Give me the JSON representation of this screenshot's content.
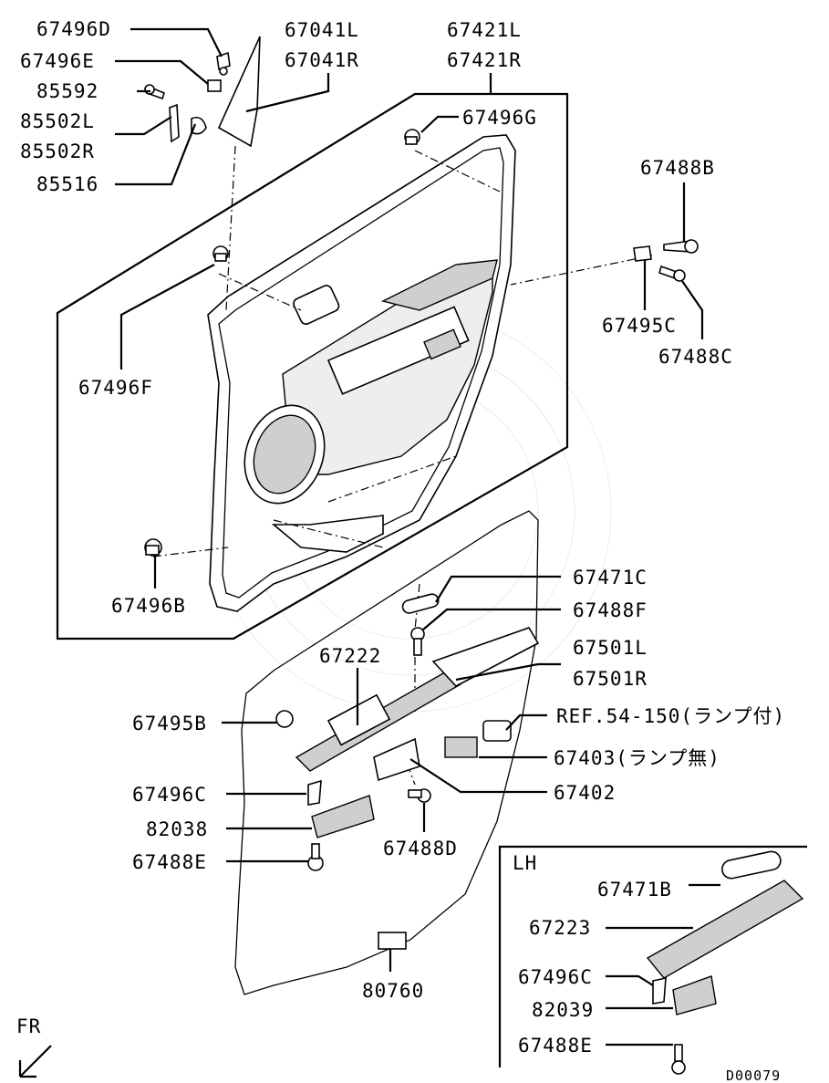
{
  "diagram_code": "D00079",
  "inset_title": "LH",
  "orientation_mark": "FR",
  "labels": {
    "p67496D": "67496D",
    "p67496E": "67496E",
    "p85592": "85592",
    "p85502L": "85502L",
    "p85502R": "85502R",
    "p85516": "85516",
    "p67041L": "67041L",
    "p67041R": "67041R",
    "p67421L": "67421L",
    "p67421R": "67421R",
    "p67496G": "67496G",
    "p67488B": "67488B",
    "p67495C": "67495C",
    "p67488C": "67488C",
    "p67496F": "67496F",
    "p67496B": "67496B",
    "p67471C": "67471C",
    "p67488F": "67488F",
    "p67222": "67222",
    "p67501L": "67501L",
    "p67501R": "67501R",
    "p67495B": "67495B",
    "pRef": "REF.54-150(ランプ付)",
    "p67403": "67403(ランプ無)",
    "p67496C": "67496C",
    "p67402": "67402",
    "p82038": "82038",
    "p67488D": "67488D",
    "p67488E": "67488E",
    "p80760": "80760",
    "p67471B": "67471B",
    "p67223": "67223",
    "p67496C_lh": "67496C",
    "p82039": "82039",
    "p67488E_lh": "67488E"
  }
}
